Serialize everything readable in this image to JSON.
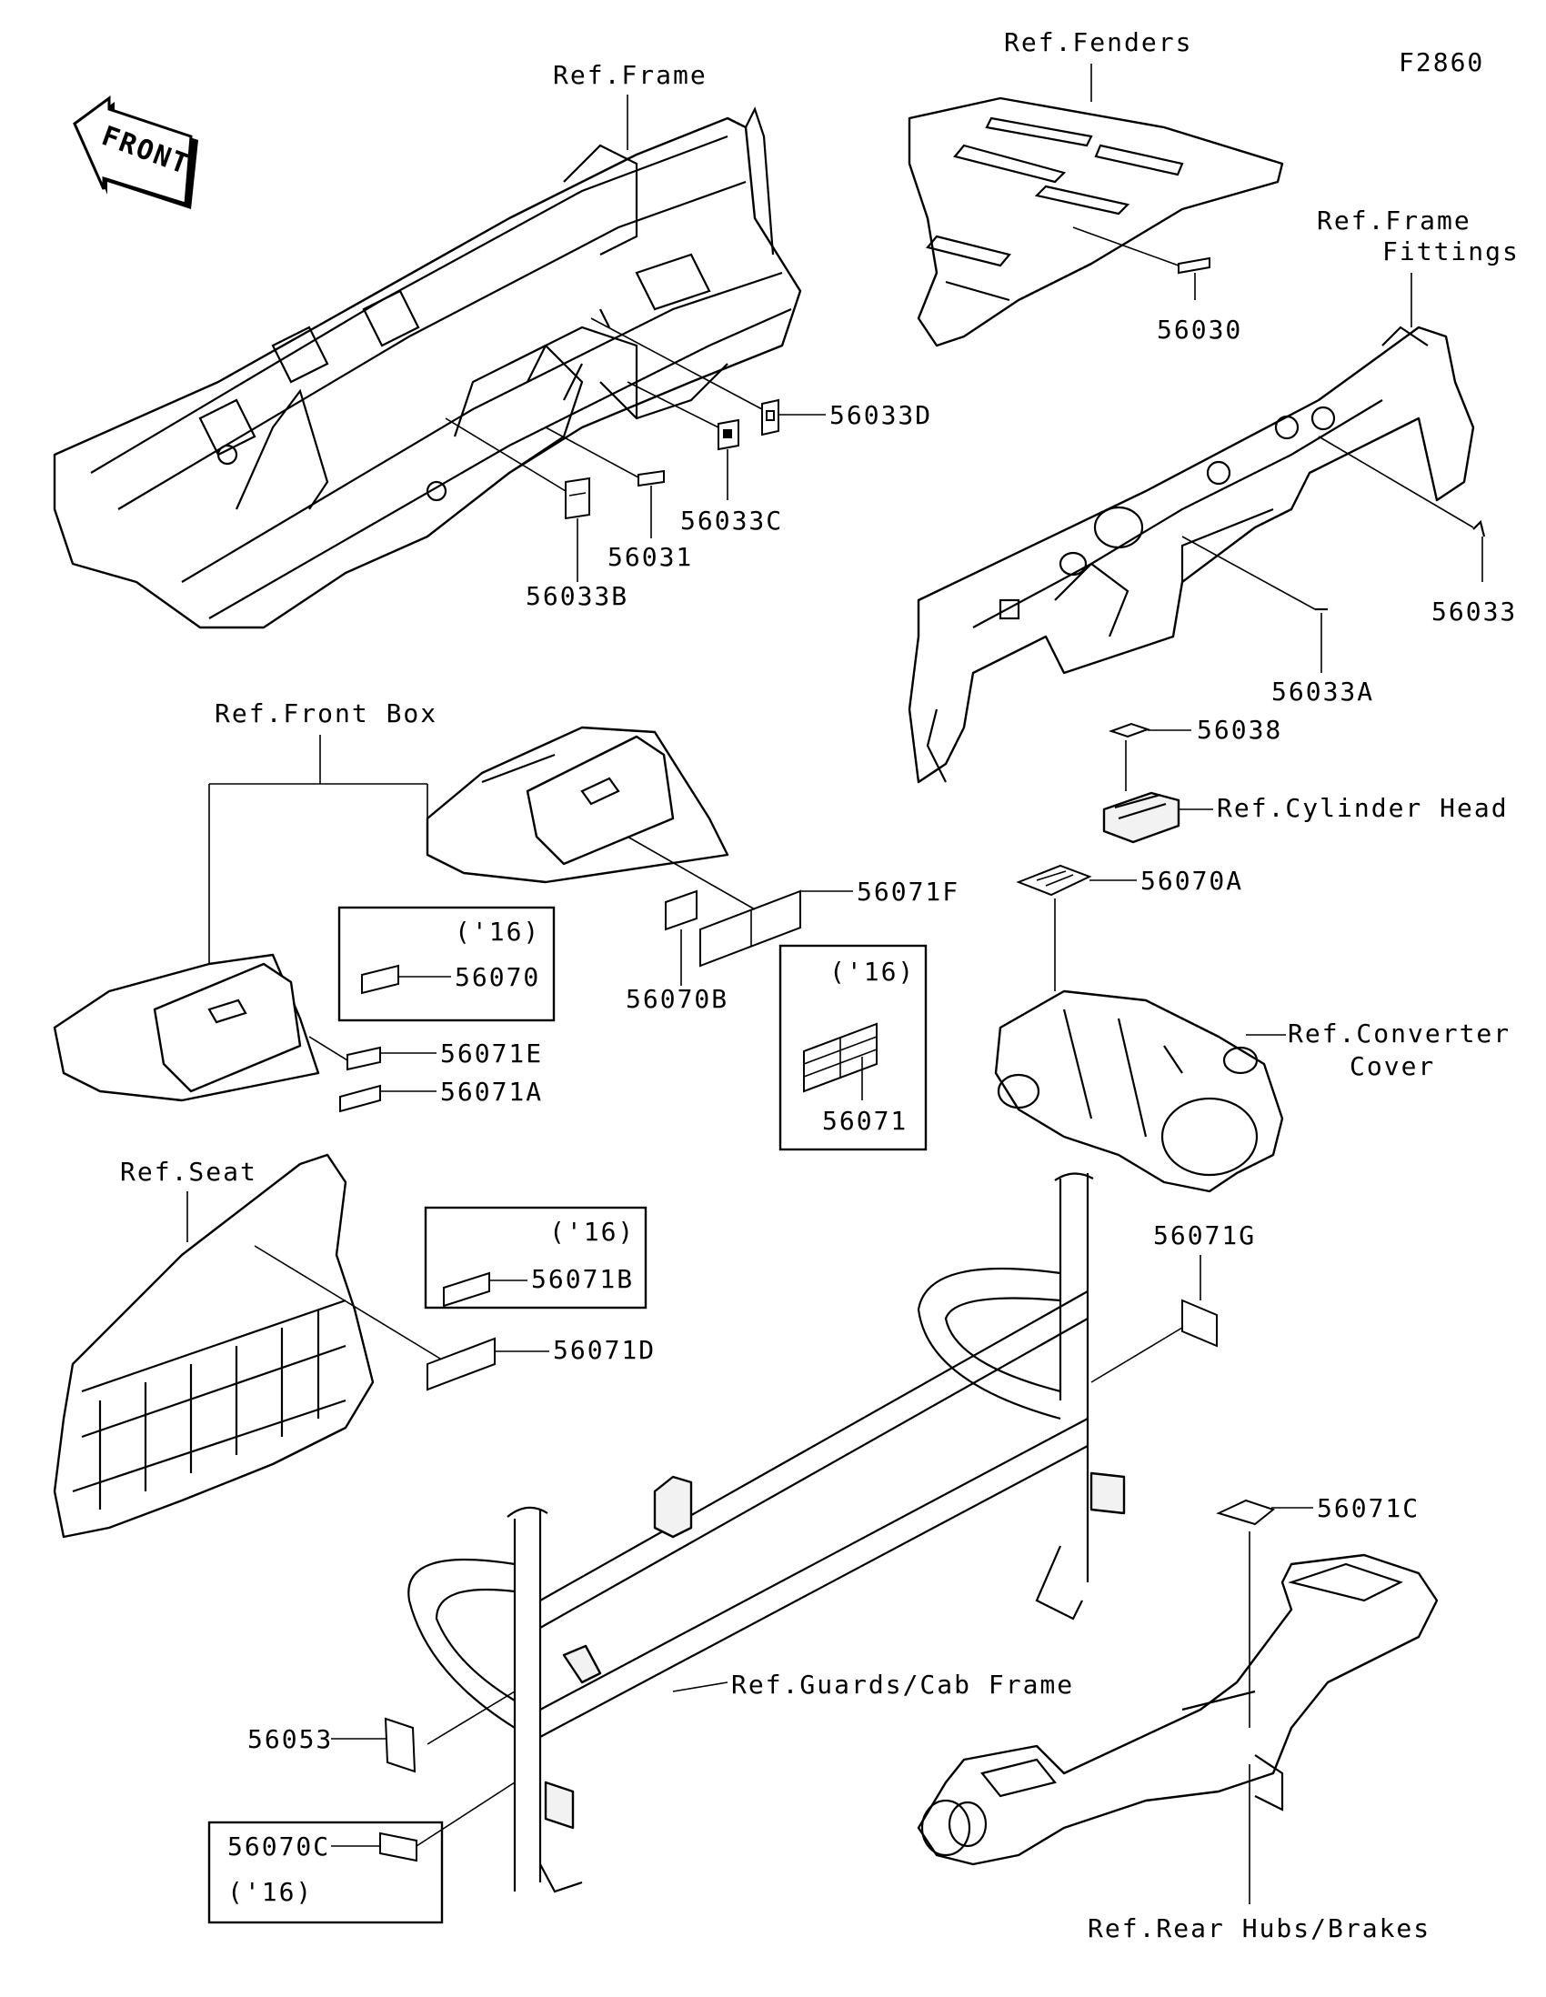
{
  "figure_code": "F2860",
  "front_arrow": {
    "label": "FRONT",
    "icon": "front-direction-arrow-icon"
  },
  "references": {
    "frame": "Ref.Frame",
    "fenders": "Ref.Fenders",
    "frame_fittings_1": "Ref.Frame",
    "frame_fittings_2": "Fittings",
    "front_box": "Ref.Front Box",
    "cylinder_head": "Ref.Cylinder Head",
    "converter_cover_1": "Ref.Converter",
    "converter_cover_2": "Cover",
    "seat": "Ref.Seat",
    "guards_cab_frame": "Ref.Guards/Cab Frame",
    "rear_hubs_brakes": "Ref.Rear Hubs/Brakes"
  },
  "year_note": "('16)",
  "parts": {
    "p56030": "56030",
    "p56031": "56031",
    "p56033": "56033",
    "p56033A": "56033A",
    "p56033B": "56033B",
    "p56033C": "56033C",
    "p56033D": "56033D",
    "p56038": "56038",
    "p56053": "56053",
    "p56070": "56070",
    "p56070A": "56070A",
    "p56070B": "56070B",
    "p56070C": "56070C",
    "p56071": "56071",
    "p56071A": "56071A",
    "p56071B": "56071B",
    "p56071C": "56071C",
    "p56071D": "56071D",
    "p56071E": "56071E",
    "p56071F": "56071F",
    "p56071G": "56071G"
  }
}
